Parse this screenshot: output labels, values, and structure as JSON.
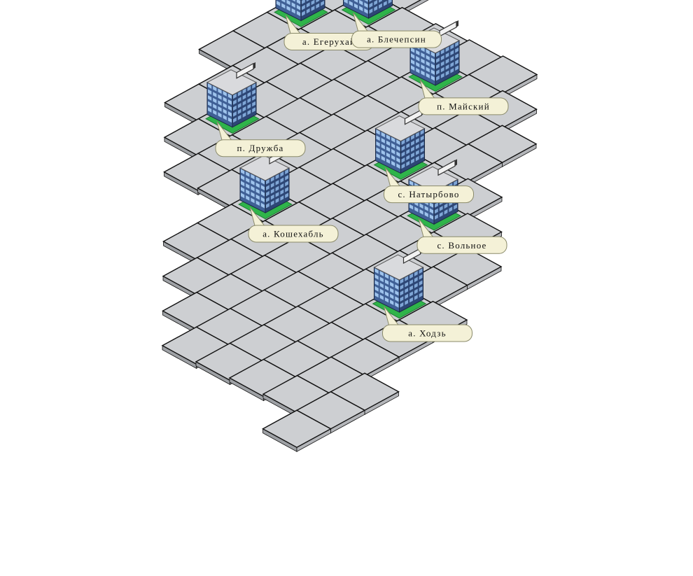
{
  "diagram": {
    "type": "isometric-settlement-map",
    "colors": {
      "tile_top": "#cdcfd2",
      "tile_side": "#9ea1a5",
      "tile_edge": "#111111",
      "pad": "#2fb44a",
      "building_front": "#3f5f95",
      "building_side": "#2d4675",
      "window": "#9ec3ec",
      "roof": "#d9dadd",
      "label_bg": "#f4f1d7",
      "label_border": "#8a8a6a"
    },
    "grid_rows": [
      [
        1,
        2,
        3,
        4,
        5
      ],
      [
        0,
        1,
        2,
        3,
        4,
        5,
        6
      ],
      [
        0,
        1,
        2,
        3,
        4,
        5,
        6
      ],
      [
        0,
        1,
        2,
        3,
        4,
        5,
        6,
        7
      ],
      [
        1,
        2,
        3,
        4,
        5,
        6,
        7,
        8
      ],
      [
        0,
        1,
        2,
        3,
        4,
        5,
        6,
        7,
        8,
        9
      ],
      [
        0,
        1,
        2,
        3,
        4,
        5,
        6,
        7,
        8,
        9
      ],
      [
        0,
        1,
        2,
        3,
        4,
        5,
        6,
        7,
        8,
        9
      ],
      [
        0,
        1,
        2,
        3,
        4,
        5,
        6,
        7,
        8
      ],
      [
        1,
        2,
        3,
        4,
        5,
        6,
        7,
        8
      ],
      [
        2,
        3,
        4,
        5,
        6,
        7,
        8
      ],
      [
        3,
        4,
        5,
        6,
        7
      ],
      [
        3,
        4,
        5
      ]
    ],
    "settlements": [
      {
        "id": "egerukhay",
        "name": "а. Егерухай",
        "row": 0,
        "col": 3
      },
      {
        "id": "blechepsin",
        "name": "а. Блечепсин",
        "row": 1,
        "col": 5
      },
      {
        "id": "druzhba",
        "name": "п. Дружба",
        "row": 2,
        "col": 1
      },
      {
        "id": "mayskiy",
        "name": "п. Майский",
        "row": 4,
        "col": 7
      },
      {
        "id": "koshekhabl",
        "name": "а. Кошехабль",
        "row": 5,
        "col": 2
      },
      {
        "id": "natyrbovo",
        "name": "с. Натырбово",
        "row": 6,
        "col": 6
      },
      {
        "id": "volnoe",
        "name": "с. Вольное",
        "row": 8,
        "col": 7
      },
      {
        "id": "khodz",
        "name": "а. Ходзь",
        "row": 10,
        "col": 6
      }
    ]
  }
}
